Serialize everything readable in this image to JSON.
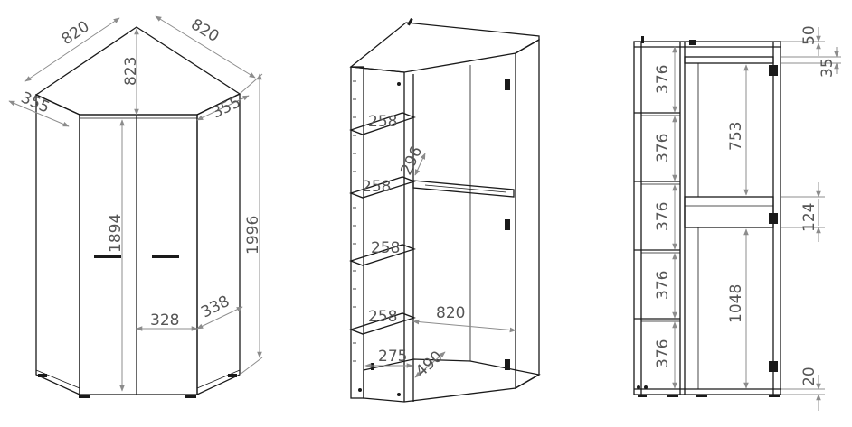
{
  "front_view": {
    "width_left": "820",
    "width_right": "820",
    "depth_diag": "823",
    "side_left": "355",
    "side_right": "355",
    "door_height": "1894",
    "total_height": "1996",
    "door_width": "328",
    "side_panel_width": "338"
  },
  "interior_view": {
    "shelf_1": "258",
    "shelf_2": "258",
    "shelf_3": "258",
    "shelf_4": "258",
    "shelf_spacing": "296",
    "inner_width": "820",
    "bottom_width": "275",
    "bottom_depth": "490"
  },
  "side_section": {
    "compartments": [
      "376",
      "376",
      "376",
      "376",
      "376"
    ],
    "top_gap": "50",
    "rail_gap": "35",
    "upper_hanging": "753",
    "middle_rail": "124",
    "lower_hanging": "1048",
    "plinth": "20"
  }
}
